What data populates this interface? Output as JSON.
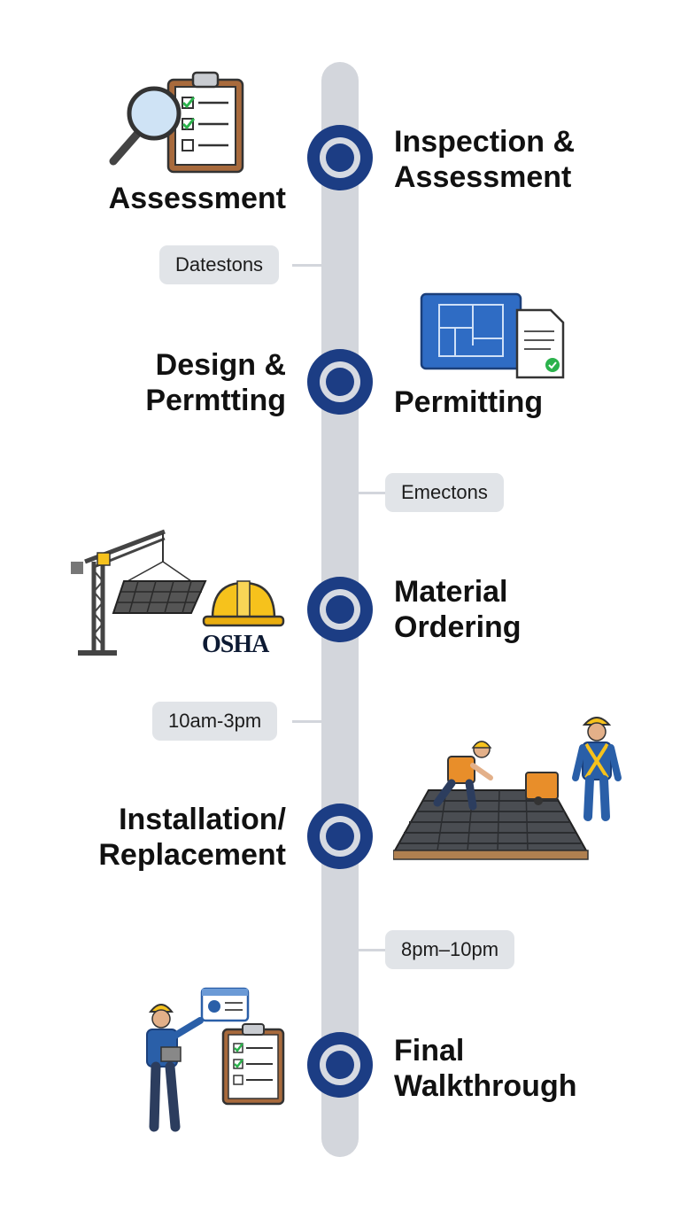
{
  "steps": [
    {
      "title": "Inspection &\nAssessment",
      "side_caption": "Assessment"
    },
    {
      "title": "Permitting",
      "side_caption": "Design &\nPermtting"
    },
    {
      "title": "Material\nOrdering"
    },
    {
      "title": "Installation/\nReplacement"
    },
    {
      "title": "Final\nWalkthrough"
    }
  ],
  "pills": [
    "Datestons",
    "Emectons",
    "10am-3pm",
    "8pm–10pm"
  ],
  "logo_text": "OSHA",
  "colors": {
    "node": "#1c3d84",
    "track": "#d3d6dc",
    "pill": "#e1e4e8",
    "helmet": "#f6c21c",
    "worker_blue": "#2a5fa8"
  },
  "icons": [
    "magnifier-clipboard-icon",
    "blueprint-document-icon",
    "crane-icon",
    "hard-hat-icon",
    "roofer-icon",
    "safety-worker-icon",
    "inspector-icon",
    "checklist-icon"
  ]
}
